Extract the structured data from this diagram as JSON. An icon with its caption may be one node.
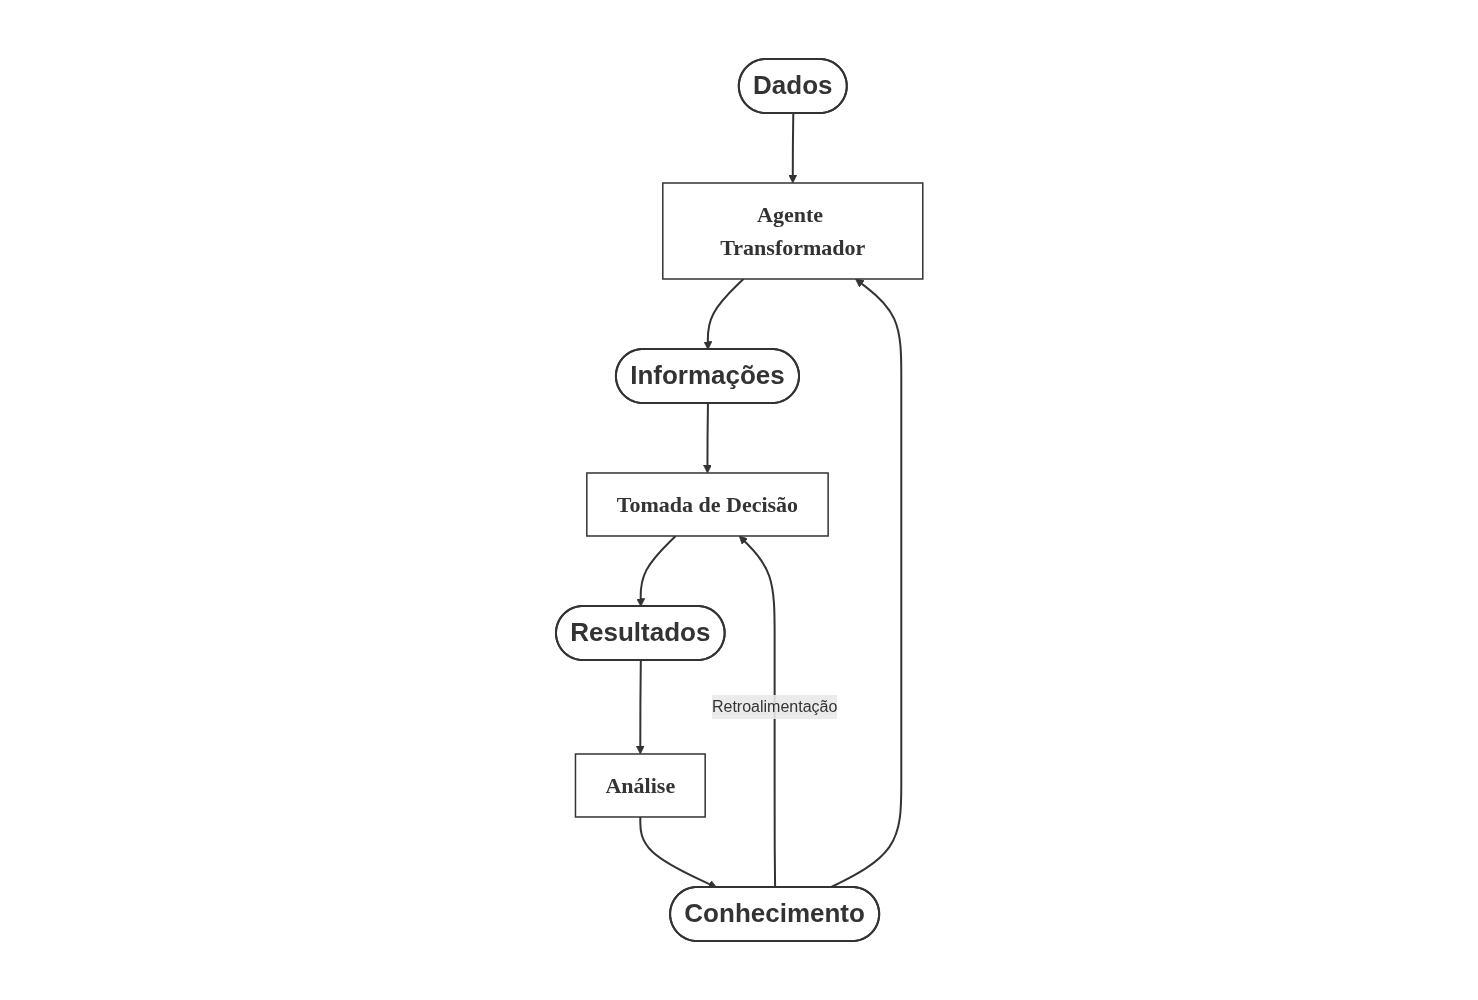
{
  "diagram": {
    "nodes": [
      {
        "text": [
          "Dados"
        ]
      },
      {
        "text": [
          "Agente Transformador"
        ]
      },
      {
        "text": [
          "Conhecimento"
        ]
      },
      {
        "text": [
          "Informações"
        ]
      },
      {
        "text": [
          "Análise"
        ]
      },
      {
        "text": [
          "Tomada de Decisão"
        ]
      },
      {
        "text": [
          "Resultados"
        ]
      }
    ],
    "edges": [
      {
        "from": 0,
        "to": 1,
        "arrow": "to"
      },
      {
        "from": 2,
        "to": 1,
        "arrow": "to"
      },
      {
        "from": 1,
        "to": 3,
        "arrow": "to"
      },
      {
        "from": 2,
        "to": 5,
        "arrow": "to",
        "label": "Retroalimentação"
      },
      {
        "from": 3,
        "to": 5,
        "arrow": "to"
      },
      {
        "from": 5,
        "to": 6,
        "arrow": "to"
      },
      {
        "from": 6,
        "to": 4,
        "arrow": "to"
      },
      {
        "from": 4,
        "to": 2,
        "arrow": "to"
      }
    ]
  }
}
